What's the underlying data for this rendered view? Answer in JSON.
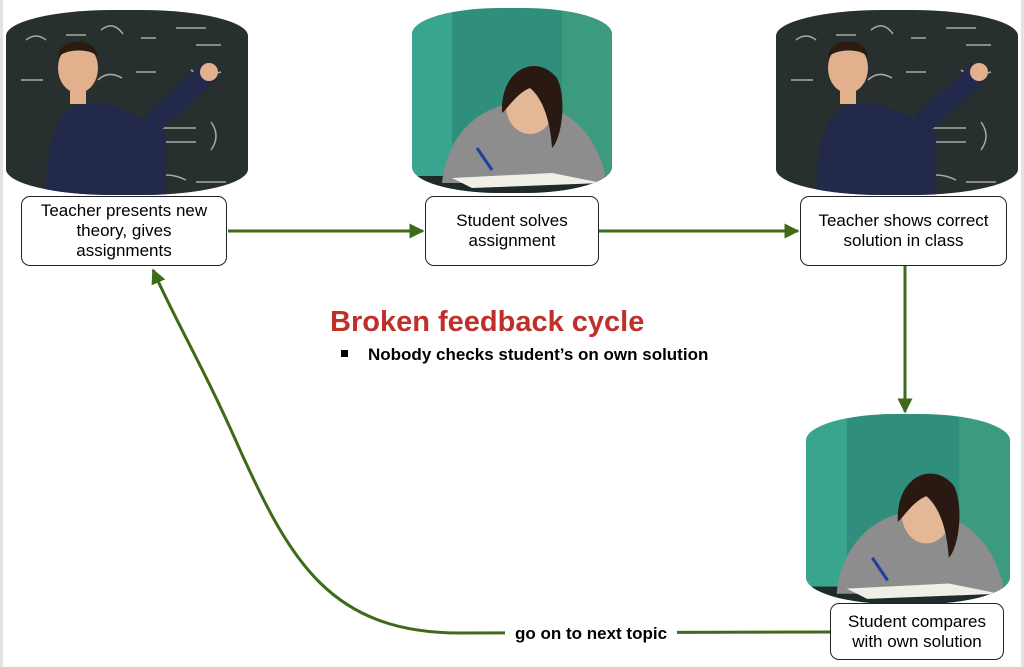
{
  "colors": {
    "arrow": "#3e6b17",
    "title": "#c0302a",
    "box_border": "#222222"
  },
  "nodes": {
    "teacher_presents": "Teacher presents new theory, gives assignments",
    "student_solves": "Student solves assignment",
    "teacher_shows": "Teacher shows correct solution in class",
    "student_compares": "Student compares with own solution"
  },
  "title": "Broken feedback cycle",
  "bullet": "Nobody checks student’s on own solution",
  "loop_label": "go on to next topic",
  "images": {
    "teacher_1": "teacher-at-chalkboard",
    "student_1": "student-writing-at-desk",
    "teacher_2": "teacher-at-chalkboard",
    "student_2": "student-writing-at-desk"
  }
}
